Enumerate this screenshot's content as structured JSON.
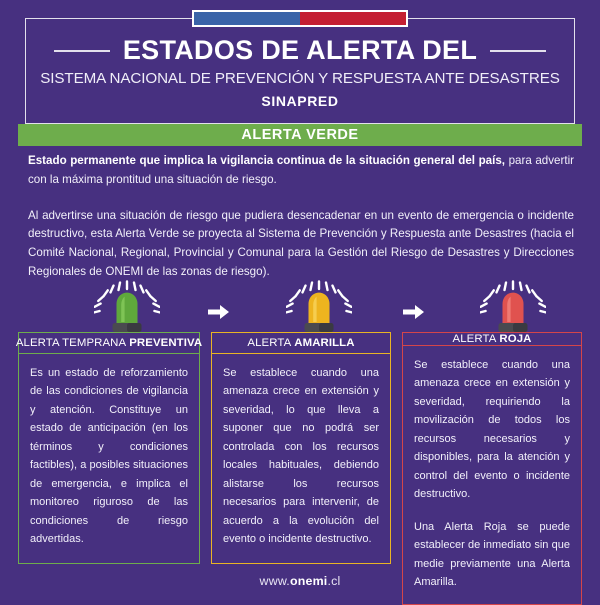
{
  "theme": {
    "background": "#473080",
    "green": "#6ead4c",
    "yellow": "#e8b424",
    "red": "#d4454a",
    "flag_blue": "#3a64a8",
    "flag_red": "#c41f32",
    "text": "#ffffff"
  },
  "flag": {
    "left_color_name": "blue-stripe",
    "right_color_name": "red-stripe"
  },
  "header": {
    "title": "ESTADOS DE ALERTA DEL",
    "subtitle": "SISTEMA NACIONAL DE PREVENCIÓN Y RESPUESTA ANTE DESASTRES",
    "acronym": "SINAPRED"
  },
  "green_banner": {
    "label": "ALERTA VERDE"
  },
  "intro": {
    "paragraph_1_bold": "Estado permanente que implica la vigilancia continua de la situación general del país,",
    "paragraph_1_rest": " para advertir con la máxima prontitud una situación de riesgo.",
    "paragraph_2": "Al advertirse una situación de riesgo que pudiera desencadenar en un evento de emergencia o incidente destructivo, esta Alerta Verde se proyecta al Sistema de Prevención y Respuesta ante Desastres (hacia el Comité Nacional, Regional, Provincial y Comunal para la Gestión del Riesgo de Desastres y Direcciones Regionales de ONEMI de las zonas de riesgo)."
  },
  "beacons": [
    {
      "icon": "beacon-green-icon",
      "color": "#5fa83c",
      "highlight": "#7ec455",
      "label": "beacon-preventiva"
    },
    {
      "icon": "beacon-yellow-icon",
      "color": "#eeb41f",
      "highlight": "#f6cd4f",
      "label": "beacon-amarilla"
    },
    {
      "icon": "beacon-red-icon",
      "color": "#e0524f",
      "highlight": "#ef7a74",
      "label": "beacon-roja"
    }
  ],
  "arrows": [
    {
      "icon": "arrow-right-icon"
    },
    {
      "icon": "arrow-right-icon"
    }
  ],
  "cards": [
    {
      "head_normal": "ALERTA TEMPRANA",
      "head_bold": "PREVENTIVA",
      "paragraphs": [
        "Es un estado de reforzamiento de las condiciones de vigilancia y atención. Constituye un estado de anticipación (en los términos y condiciones factibles), a posibles situaciones de emergencia, e implica el monitoreo riguroso de las condiciones de riesgo advertidas."
      ]
    },
    {
      "head_normal": "ALERTA",
      "head_bold": "AMARILLA",
      "paragraphs": [
        "Se establece cuando una amenaza crece en extensión y severidad, lo que lleva a suponer que no podrá ser controlada con los recursos locales habituales, debiendo alistarse los recursos necesarios para intervenir, de acuerdo a la evolución del evento o incidente destructivo."
      ]
    },
    {
      "head_normal": "ALERTA",
      "head_bold": "ROJA",
      "paragraphs": [
        "Se establece cuando una amenaza crece en extensión y severidad, requiriendo la movilización de todos los recursos necesarios y disponibles, para la atención y control del evento o incidente destructivo.",
        "Una Alerta Roja se puede establecer de inmediato sin que medie previamente una Alerta Amarilla."
      ]
    }
  ],
  "footer": {
    "prefix": "www.",
    "bold": "onemi",
    "suffix": ".cl"
  }
}
